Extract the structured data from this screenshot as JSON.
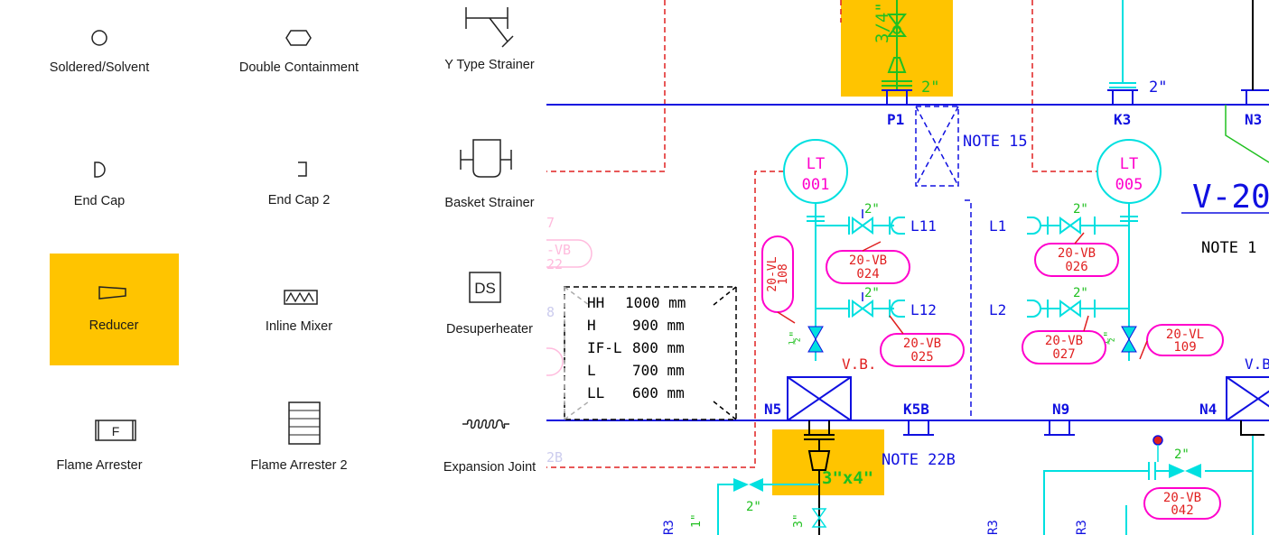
{
  "palette": {
    "items": [
      {
        "label": "Soldered/Solvent",
        "icon": "soldered-solvent-icon"
      },
      {
        "label": "Double Containment",
        "icon": "double-containment-icon"
      },
      {
        "label": "Y Type Strainer",
        "icon": "y-type-strainer-icon"
      },
      {
        "label": "End Cap",
        "icon": "end-cap-icon"
      },
      {
        "label": "End Cap 2",
        "icon": "end-cap-2-icon"
      },
      {
        "label": "Basket Strainer",
        "icon": "basket-strainer-icon"
      },
      {
        "label": "Reducer",
        "icon": "reducer-icon",
        "selected": true
      },
      {
        "label": "Inline Mixer",
        "icon": "inline-mixer-icon"
      },
      {
        "label": "Desuperheater",
        "icon": "desuperheater-icon",
        "glyph": "DS"
      },
      {
        "label": "Flame Arrester",
        "icon": "flame-arrester-icon",
        "glyph": "F"
      },
      {
        "label": "Flame Arrester 2",
        "icon": "flame-arrester-2-icon"
      },
      {
        "label": "Expansion Joint",
        "icon": "expansion-joint-icon"
      }
    ],
    "highlight_color": "#ffc400"
  },
  "drawing": {
    "colors": {
      "vessel": "#1010e0",
      "pipe": "#00e0e0",
      "instrument": "#ff00cc",
      "signal": "#e02020",
      "green": "#20c020",
      "text_dark": "#000000"
    },
    "size_labels": [
      "3/4\"",
      "2\"",
      "2\"",
      "2\"",
      "2\"",
      "2\"",
      "2\"",
      "2\"",
      "3\"x4\"",
      "2\"",
      "2\"",
      "½\"",
      "½\"",
      "3\"",
      "1\""
    ],
    "nozzles": [
      "P1",
      "K3",
      "N3",
      "N5",
      "K5B",
      "N9",
      "N4"
    ],
    "notes": [
      "NOTE 15",
      "NOTE 22B",
      "NOTE 1"
    ],
    "equipment_tag": "V-20",
    "valve_labels": [
      "V.B.",
      "V.B"
    ],
    "line_tags": [
      "L11",
      "L12",
      "L1",
      "L2"
    ],
    "instruments": [
      {
        "line1": "LT",
        "line2": "001"
      },
      {
        "line1": "LT",
        "line2": "005"
      }
    ],
    "tags": [
      {
        "line1": "20-VB",
        "line2": "024"
      },
      {
        "line1": "20-VB",
        "line2": "025"
      },
      {
        "line1": "20-VB",
        "line2": "026"
      },
      {
        "line1": "20-VB",
        "line2": "027"
      },
      {
        "line1": "20-VL",
        "line2": "109"
      },
      {
        "line1": "20-VB",
        "line2": "042"
      }
    ],
    "vertical_tag": {
      "line1": "20-VL",
      "line2": "108"
    },
    "levels": [
      {
        "name": "HH",
        "value": "1000 mm"
      },
      {
        "name": "H",
        "value": "900 mm"
      },
      {
        "name": "IF-L",
        "value": "800 mm"
      },
      {
        "name": "L",
        "value": "700 mm"
      },
      {
        "name": "LL",
        "value": "600 mm"
      }
    ],
    "edge_fragments": [
      "7",
      "-VB",
      "22",
      "8",
      "2B",
      "R3",
      "R3",
      "R3"
    ]
  }
}
